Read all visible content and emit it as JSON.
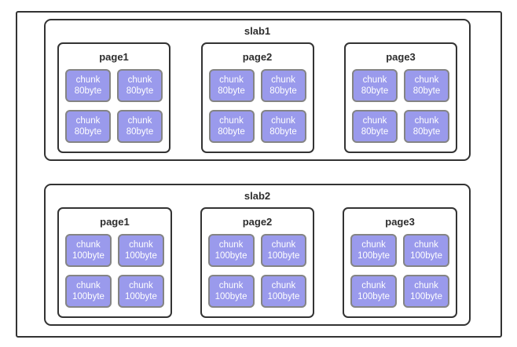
{
  "diagram": {
    "colors": {
      "background": "#ffffff",
      "box_border": "#333333",
      "label_text": "#2d2d2d",
      "chunk_fill": "#9a9aec",
      "chunk_border": "#848484",
      "chunk_text": "#ffffff"
    },
    "slabs": [
      {
        "title": "slab1",
        "pages": [
          {
            "title": "page1",
            "chunks": [
              {
                "name": "chunk",
                "size": "80byte"
              },
              {
                "name": "chunk",
                "size": "80byte"
              },
              {
                "name": "chunk",
                "size": "80byte"
              },
              {
                "name": "chunk",
                "size": "80byte"
              }
            ]
          },
          {
            "title": "page2",
            "chunks": [
              {
                "name": "chunk",
                "size": "80byte"
              },
              {
                "name": "chunk",
                "size": "80byte"
              },
              {
                "name": "chunk",
                "size": "80byte"
              },
              {
                "name": "chunk",
                "size": "80byte"
              }
            ]
          },
          {
            "title": "page3",
            "chunks": [
              {
                "name": "chunk",
                "size": "80byte"
              },
              {
                "name": "chunk",
                "size": "80byte"
              },
              {
                "name": "chunk",
                "size": "80byte"
              },
              {
                "name": "chunk",
                "size": "80byte"
              }
            ]
          }
        ]
      },
      {
        "title": "slab2",
        "pages": [
          {
            "title": "page1",
            "chunks": [
              {
                "name": "chunk",
                "size": "100byte"
              },
              {
                "name": "chunk",
                "size": "100byte"
              },
              {
                "name": "chunk",
                "size": "100byte"
              },
              {
                "name": "chunk",
                "size": "100byte"
              }
            ]
          },
          {
            "title": "page2",
            "chunks": [
              {
                "name": "chunk",
                "size": "100byte"
              },
              {
                "name": "chunk",
                "size": "100byte"
              },
              {
                "name": "chunk",
                "size": "100byte"
              },
              {
                "name": "chunk",
                "size": "100byte"
              }
            ]
          },
          {
            "title": "page3",
            "chunks": [
              {
                "name": "chunk",
                "size": "100byte"
              },
              {
                "name": "chunk",
                "size": "100byte"
              },
              {
                "name": "chunk",
                "size": "100byte"
              },
              {
                "name": "chunk",
                "size": "100byte"
              }
            ]
          }
        ]
      }
    ]
  }
}
